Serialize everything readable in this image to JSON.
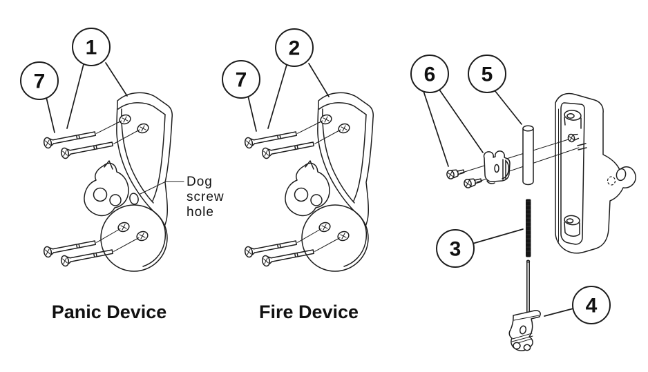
{
  "diagram": {
    "type": "exploded-parts-diagram",
    "background_color": "#ffffff",
    "line_color": "#1c1c1c",
    "figures": {
      "panic": {
        "caption": "Panic Device"
      },
      "fire": {
        "caption": "Fire Device"
      }
    },
    "annotation": {
      "line1": "Dog",
      "line2": "screw",
      "line3": "hole"
    },
    "callouts": {
      "c1": "1",
      "c2": "2",
      "c3": "3",
      "c4": "4",
      "c5": "5",
      "c6": "6",
      "c7_panic": "7",
      "c7_fire": "7"
    }
  }
}
